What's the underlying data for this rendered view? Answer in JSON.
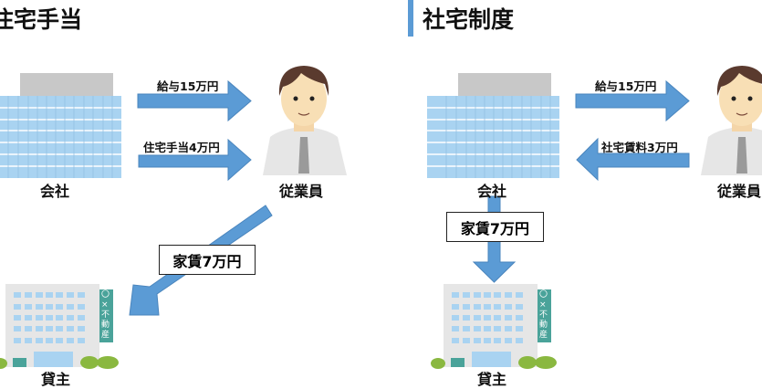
{
  "left_panel": {
    "title": "住宅手当",
    "company": "会社",
    "employee": "従業員",
    "landlord": "貸主",
    "salary_arrow": "給与15万円",
    "allowance_arrow": "住宅手当4万円",
    "rent_box": "家賃7万円",
    "sign": "〇×不動産"
  },
  "right_panel": {
    "title": "社宅制度",
    "company": "会社",
    "employee": "従業員",
    "landlord": "貸主",
    "salary_arrow": "給与15万円",
    "company_rent_arrow": "社宅賃料3万円",
    "rent_box": "家賃7万円",
    "sign": "〇×不動産"
  },
  "colors": {
    "arrow": "#5b9bd5",
    "title_bar": "#5b9bd5",
    "sign": "#4aa39a"
  }
}
